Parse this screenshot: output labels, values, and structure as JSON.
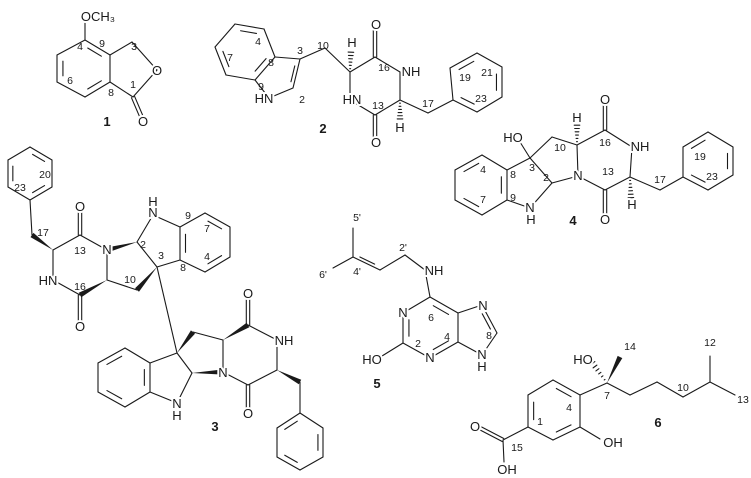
{
  "compounds": {
    "c1": {
      "id": "1",
      "labels": [
        "OCH₃",
        "O",
        "O",
        "4",
        "9",
        "3",
        "6",
        "8",
        "1"
      ]
    },
    "c2": {
      "id": "2",
      "labels": [
        "HN",
        "NH",
        "HN",
        "H",
        "O",
        "O",
        "H",
        "4",
        "7",
        "8",
        "9",
        "3",
        "10",
        "2",
        "16",
        "13",
        "17",
        "19",
        "21",
        "23"
      ]
    },
    "c3": {
      "id": "3",
      "labels": [
        "O",
        "O",
        "N",
        "HN",
        "N",
        "H",
        "17",
        "13",
        "16",
        "10",
        "2",
        "3",
        "9",
        "7",
        "4",
        "8",
        "20",
        "23",
        "O",
        "NH",
        "N",
        "O",
        "N",
        "H"
      ]
    },
    "c4": {
      "id": "4",
      "labels": [
        "HO",
        "N",
        "H",
        "N",
        "H",
        "O",
        "NH",
        "O",
        "H",
        "4",
        "7",
        "8",
        "9",
        "3",
        "2",
        "10",
        "16",
        "13",
        "17",
        "19",
        "23"
      ]
    },
    "c5": {
      "id": "5",
      "labels": [
        "5'",
        "6'",
        "4'",
        "2'",
        "NH",
        "N",
        "N",
        "N",
        "N",
        "H",
        "HO",
        "6",
        "2",
        "4",
        "8"
      ]
    },
    "c6": {
      "id": "6",
      "labels": [
        "HO",
        "14",
        "7",
        "10",
        "12",
        "13",
        "4",
        "1",
        "15",
        "O",
        "OH",
        "OH"
      ]
    }
  }
}
